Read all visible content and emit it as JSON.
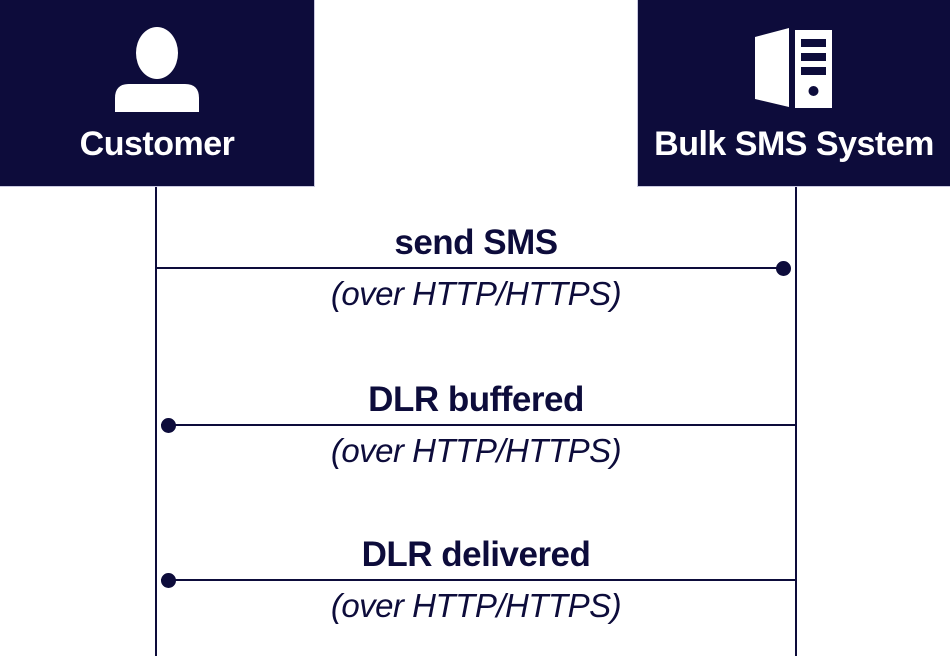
{
  "colors": {
    "navy": "#0d0c3b",
    "box_border": "#c9c9e0",
    "background": "#ffffff",
    "text_on_navy": "#ffffff"
  },
  "actors": [
    {
      "label": "Customer",
      "icon": "person-icon"
    },
    {
      "label": "Bulk SMS System",
      "icon": "server-icon"
    }
  ],
  "messages": [
    {
      "title": "send SMS",
      "subtitle": "(over HTTP/HTTPS)",
      "dot_side": "right"
    },
    {
      "title": "DLR buffered",
      "subtitle": "(over HTTP/HTTPS)",
      "dot_side": "left"
    },
    {
      "title": "DLR delivered",
      "subtitle": "(over HTTP/HTTPS)",
      "dot_side": "left"
    }
  ]
}
